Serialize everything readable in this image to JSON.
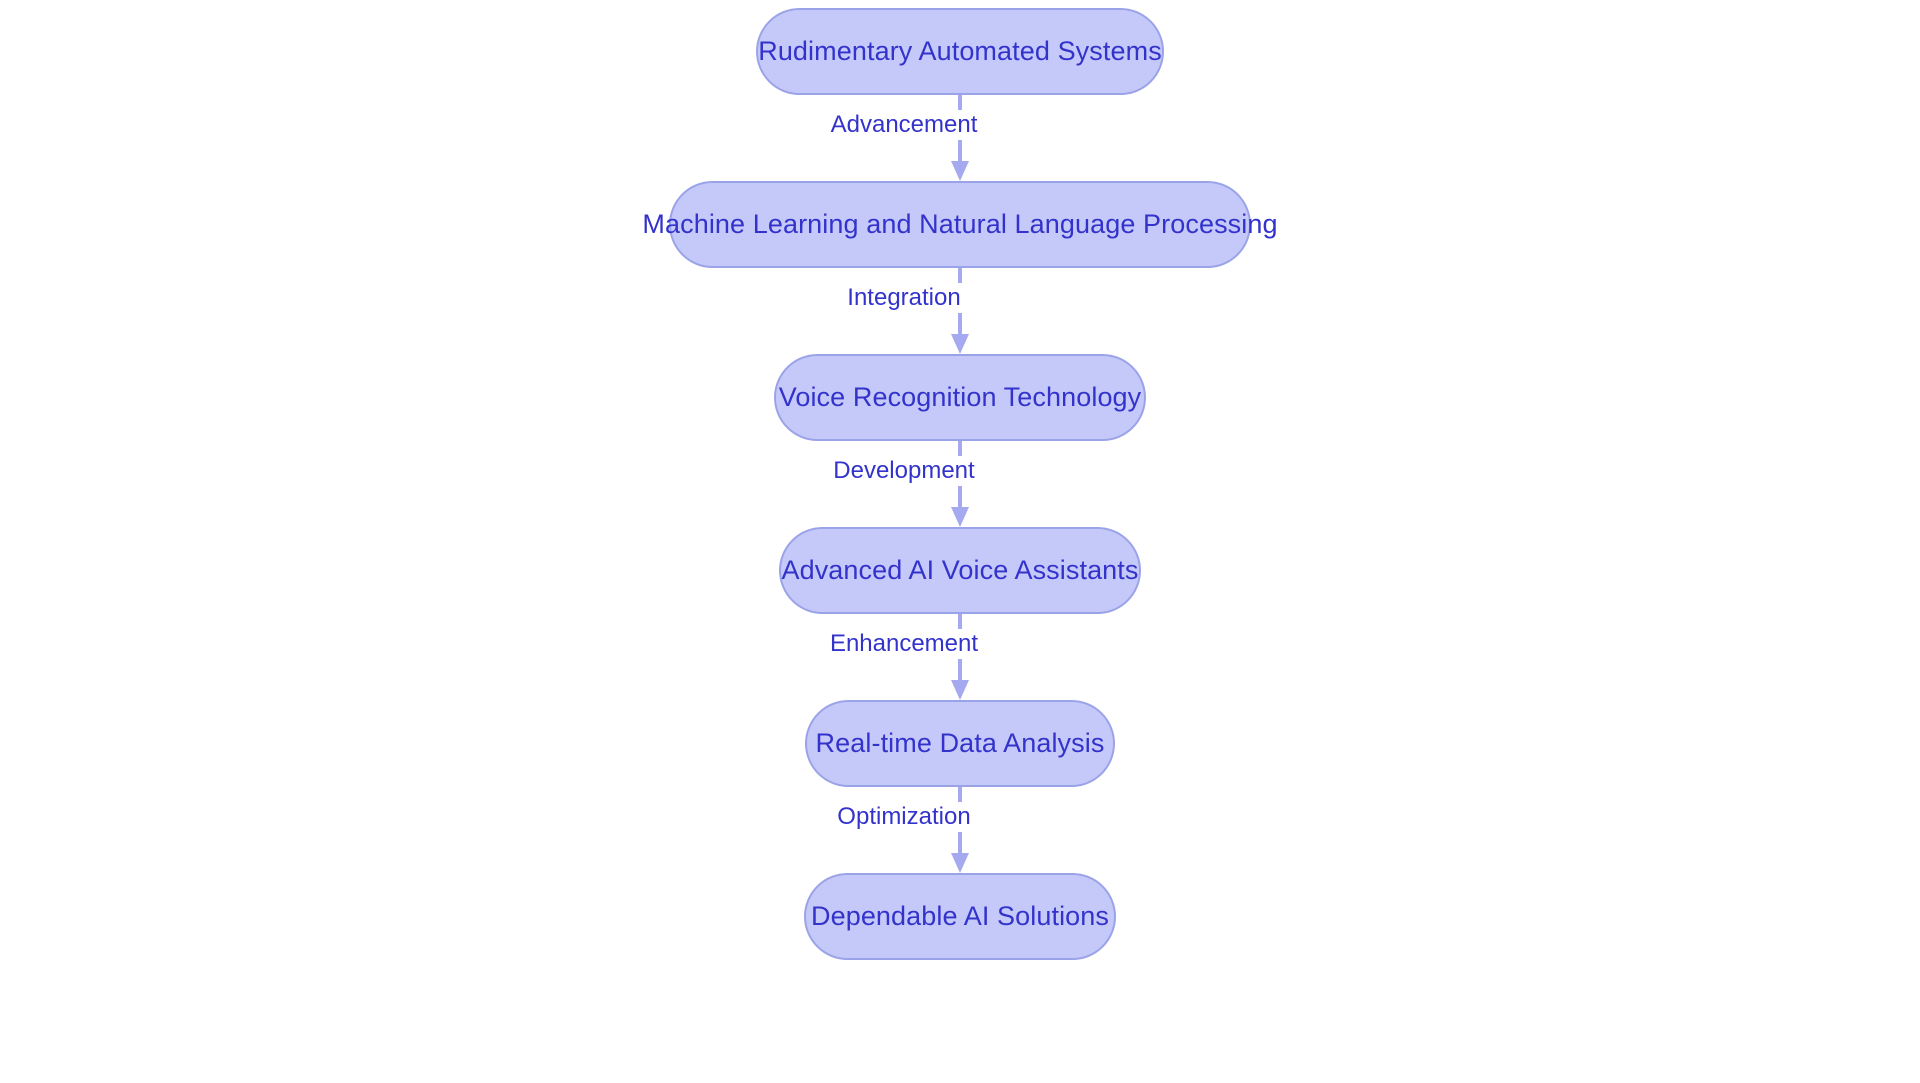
{
  "diagram": {
    "title": "AI Voice Assistant Evolution Flowchart",
    "type": "vertical-flowchart",
    "orientation": "top-to-bottom",
    "background_color": "#ffffff",
    "node_fill_color": "#c5c9f9",
    "node_border_color": "#9ba3e8",
    "node_text_color": "#3333cc",
    "connector_color": "#a5aaf0",
    "edge_label_color": "#3333cc",
    "nodes": [
      {
        "id": "n0",
        "label": "Rudimentary Automated Systems"
      },
      {
        "id": "n1",
        "label": "Machine Learning and Natural Language Processing"
      },
      {
        "id": "n2",
        "label": "Voice Recognition Technology"
      },
      {
        "id": "n3",
        "label": "Advanced AI Voice Assistants"
      },
      {
        "id": "n4",
        "label": "Real-time Data Analysis"
      },
      {
        "id": "n5",
        "label": "Dependable AI Solutions"
      }
    ],
    "edges": [
      {
        "id": "e0",
        "from": "n0",
        "to": "n1",
        "label": "Advancement"
      },
      {
        "id": "e1",
        "from": "n1",
        "to": "n2",
        "label": "Integration"
      },
      {
        "id": "e2",
        "from": "n2",
        "to": "n3",
        "label": "Development"
      },
      {
        "id": "e3",
        "from": "n3",
        "to": "n4",
        "label": "Enhancement"
      },
      {
        "id": "e4",
        "from": "n4",
        "to": "n5",
        "label": "Optimization"
      }
    ]
  }
}
